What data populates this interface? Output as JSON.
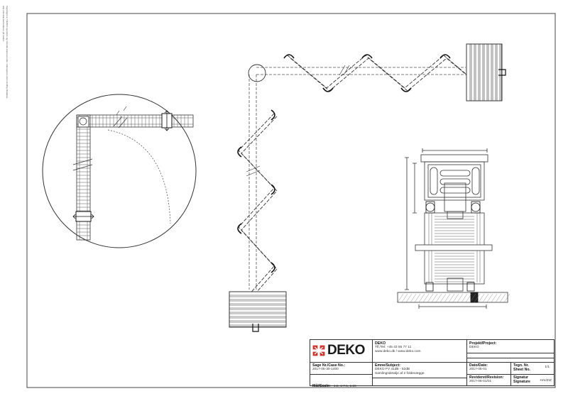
{
  "side_note": {
    "line1": "Tegningen er DEKO's ejendom og må ikke kopieres eller videregives uden skriftlig tilladelse.",
    "line2": "Alle mål skal kontrolleres på stedet."
  },
  "logo": {
    "brand": "DEKO",
    "brand_color": "#d0342c"
  },
  "title_block": {
    "company_name": "DEKO",
    "phone": "Tlf./Tel: +45 43 55 77 11",
    "web": "www.deko.dk / www.deko.com",
    "project_label": "Projekt/Project:",
    "project_value": "DEKO",
    "case_label": "Sage Nr./Case No.:",
    "case_value": "2017-05-30-1400",
    "subject_label": "Emne/Subject:",
    "subject_line1": "DEKO FV 41dB - 52dB",
    "subject_line2": "Samlingsdetalje af 2 foldevægge",
    "date_label": "Dato/Date:",
    "date_value": "2017-05-01",
    "sheet_label_line1": "Tegn. Nr.",
    "sheet_label_line2": "Sheet No.",
    "sheet_value": "1/1",
    "scale_label": "Mål/Scale:",
    "scale_value": "1:2, 1:7.5, 1:20",
    "revision_label": "Revideret/Revision:",
    "revision_value": "2017-06-01/01",
    "signature_label_line1": "Signatur",
    "signature_label_line2": "Signature",
    "signature_value": "HAI/ZIZ"
  }
}
